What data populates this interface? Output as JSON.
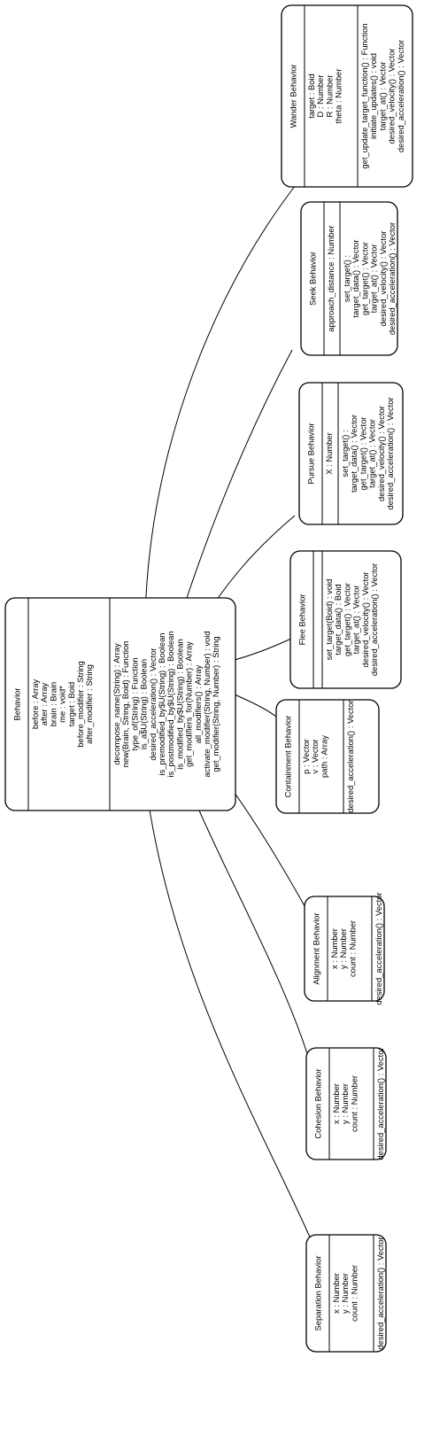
{
  "diagram": {
    "type": "uml-class-diagram",
    "orientation": "rotated-90-ccw",
    "classes": [
      {
        "id": "behavior",
        "name": "Behavior",
        "attributes": [
          "before : Array",
          "after : Array",
          "brain : Brain",
          "me : void*",
          "target : Boid",
          "before_modifier : String",
          "after_modifier : String"
        ],
        "methods": [
          "decompose_name(String) : Array",
          "new(Brain, String, Boid) : Function",
          "type_of(String) : Function",
          "is_a$U(String) : Boolean",
          "desired_acceleration() : Vector",
          "is_premodified_by$U(String) : Boolean",
          "is_postmodified_by$U(String) : Boolean",
          "is_modified_by$U(String) : Boolean",
          "get_modifiers_for(Number) : Array",
          "all_modifiers() : Array",
          "activate_modifier(String, Number) : void",
          "get_modifier(String, Number) : String"
        ]
      },
      {
        "id": "wander",
        "name": "Wander Behavior",
        "attributes": [
          "target : Boid",
          "D : Number",
          "R : Number",
          "theta : Number"
        ],
        "methods": [
          "get_update_target_function() : Function",
          "initiate_updates() : void",
          "target_at() : Vector",
          "desired_velocity() : Vector",
          "desired_acceleration() : Vector"
        ]
      },
      {
        "id": "seek",
        "name": "Seek Behavior",
        "attributes": [
          "approach_distance : Number"
        ],
        "methods": [
          "set_target() :",
          "target_data() : Vector",
          "get_target() : Vector",
          "target_at() : Vector",
          "desired_velocity() : Vector",
          "desired_acceleration() : Vector"
        ]
      },
      {
        "id": "pursue",
        "name": "Pursue Behavior",
        "attributes": [
          "X : Number"
        ],
        "methods": [
          "set_target() :",
          "target_data() : Vector",
          "get_target() : Vector",
          "target_at() : Vector",
          "desired_velocity() : Vector",
          "desired_acceleration() : Vector"
        ]
      },
      {
        "id": "flee",
        "name": "Flee Behavior",
        "attributes": [],
        "methods": [
          "set_target(Boid) : void",
          "target_data() : Boid",
          "get_target() : Vector",
          "target_at() : Vector",
          "desired_velocity() : Vector",
          "desired_acceleration() : Vector"
        ]
      },
      {
        "id": "containment",
        "name": "Containment Behavior",
        "attributes": [
          "p : Vector",
          "v : Vector",
          "path : Array"
        ],
        "methods": [
          "desired_acceleration() : Vector"
        ]
      },
      {
        "id": "alignment",
        "name": "Alignment Behavior",
        "attributes": [
          "x : Number",
          "y : Number",
          "count : Number"
        ],
        "methods": [
          "desired_acceleration() : Vector"
        ]
      },
      {
        "id": "cohesion",
        "name": "Cohesion Behavior",
        "attributes": [
          "x : Number",
          "y : Number",
          "count : Number"
        ],
        "methods": [
          "desired_acceleration() : Vector"
        ]
      },
      {
        "id": "separation",
        "name": "Separation Behavior",
        "attributes": [
          "x : Number",
          "y : Number",
          "count : Number"
        ],
        "methods": [
          "desired_acceleration() : Vector"
        ]
      }
    ],
    "edges": [
      {
        "from": "wander",
        "to": "behavior",
        "kind": "generalization"
      },
      {
        "from": "seek",
        "to": "behavior",
        "kind": "generalization"
      },
      {
        "from": "pursue",
        "to": "behavior",
        "kind": "generalization"
      },
      {
        "from": "flee",
        "to": "behavior",
        "kind": "generalization"
      },
      {
        "from": "containment",
        "to": "behavior",
        "kind": "generalization"
      },
      {
        "from": "alignment",
        "to": "behavior",
        "kind": "generalization"
      },
      {
        "from": "cohesion",
        "to": "behavior",
        "kind": "generalization"
      },
      {
        "from": "separation",
        "to": "behavior",
        "kind": "generalization"
      }
    ]
  }
}
